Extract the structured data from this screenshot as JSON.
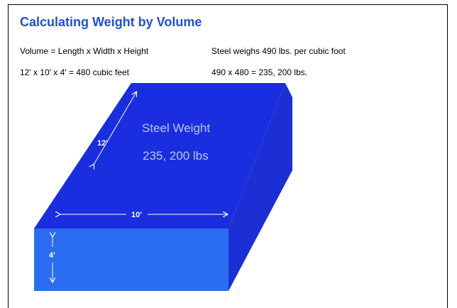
{
  "slide": {
    "title": "Calculating Weight by Volume",
    "volume_formula": "Volume = Length x Width x Height",
    "volume_calc": "12' x 10' x 4' = 480 cubic feet",
    "steel_density": "Steel weighs 490 lbs. per cubic foot",
    "weight_calc": "490 x 480 = 235, 200 lbs."
  },
  "box": {
    "weight_title": "Steel Weight",
    "weight_value": "235, 200 lbs",
    "length_label": "12'",
    "width_label": "10'",
    "height_label": "4'",
    "color_top": "#1a2ee0",
    "color_front": "#2a6df0",
    "color_side": "#1b2fd4"
  }
}
